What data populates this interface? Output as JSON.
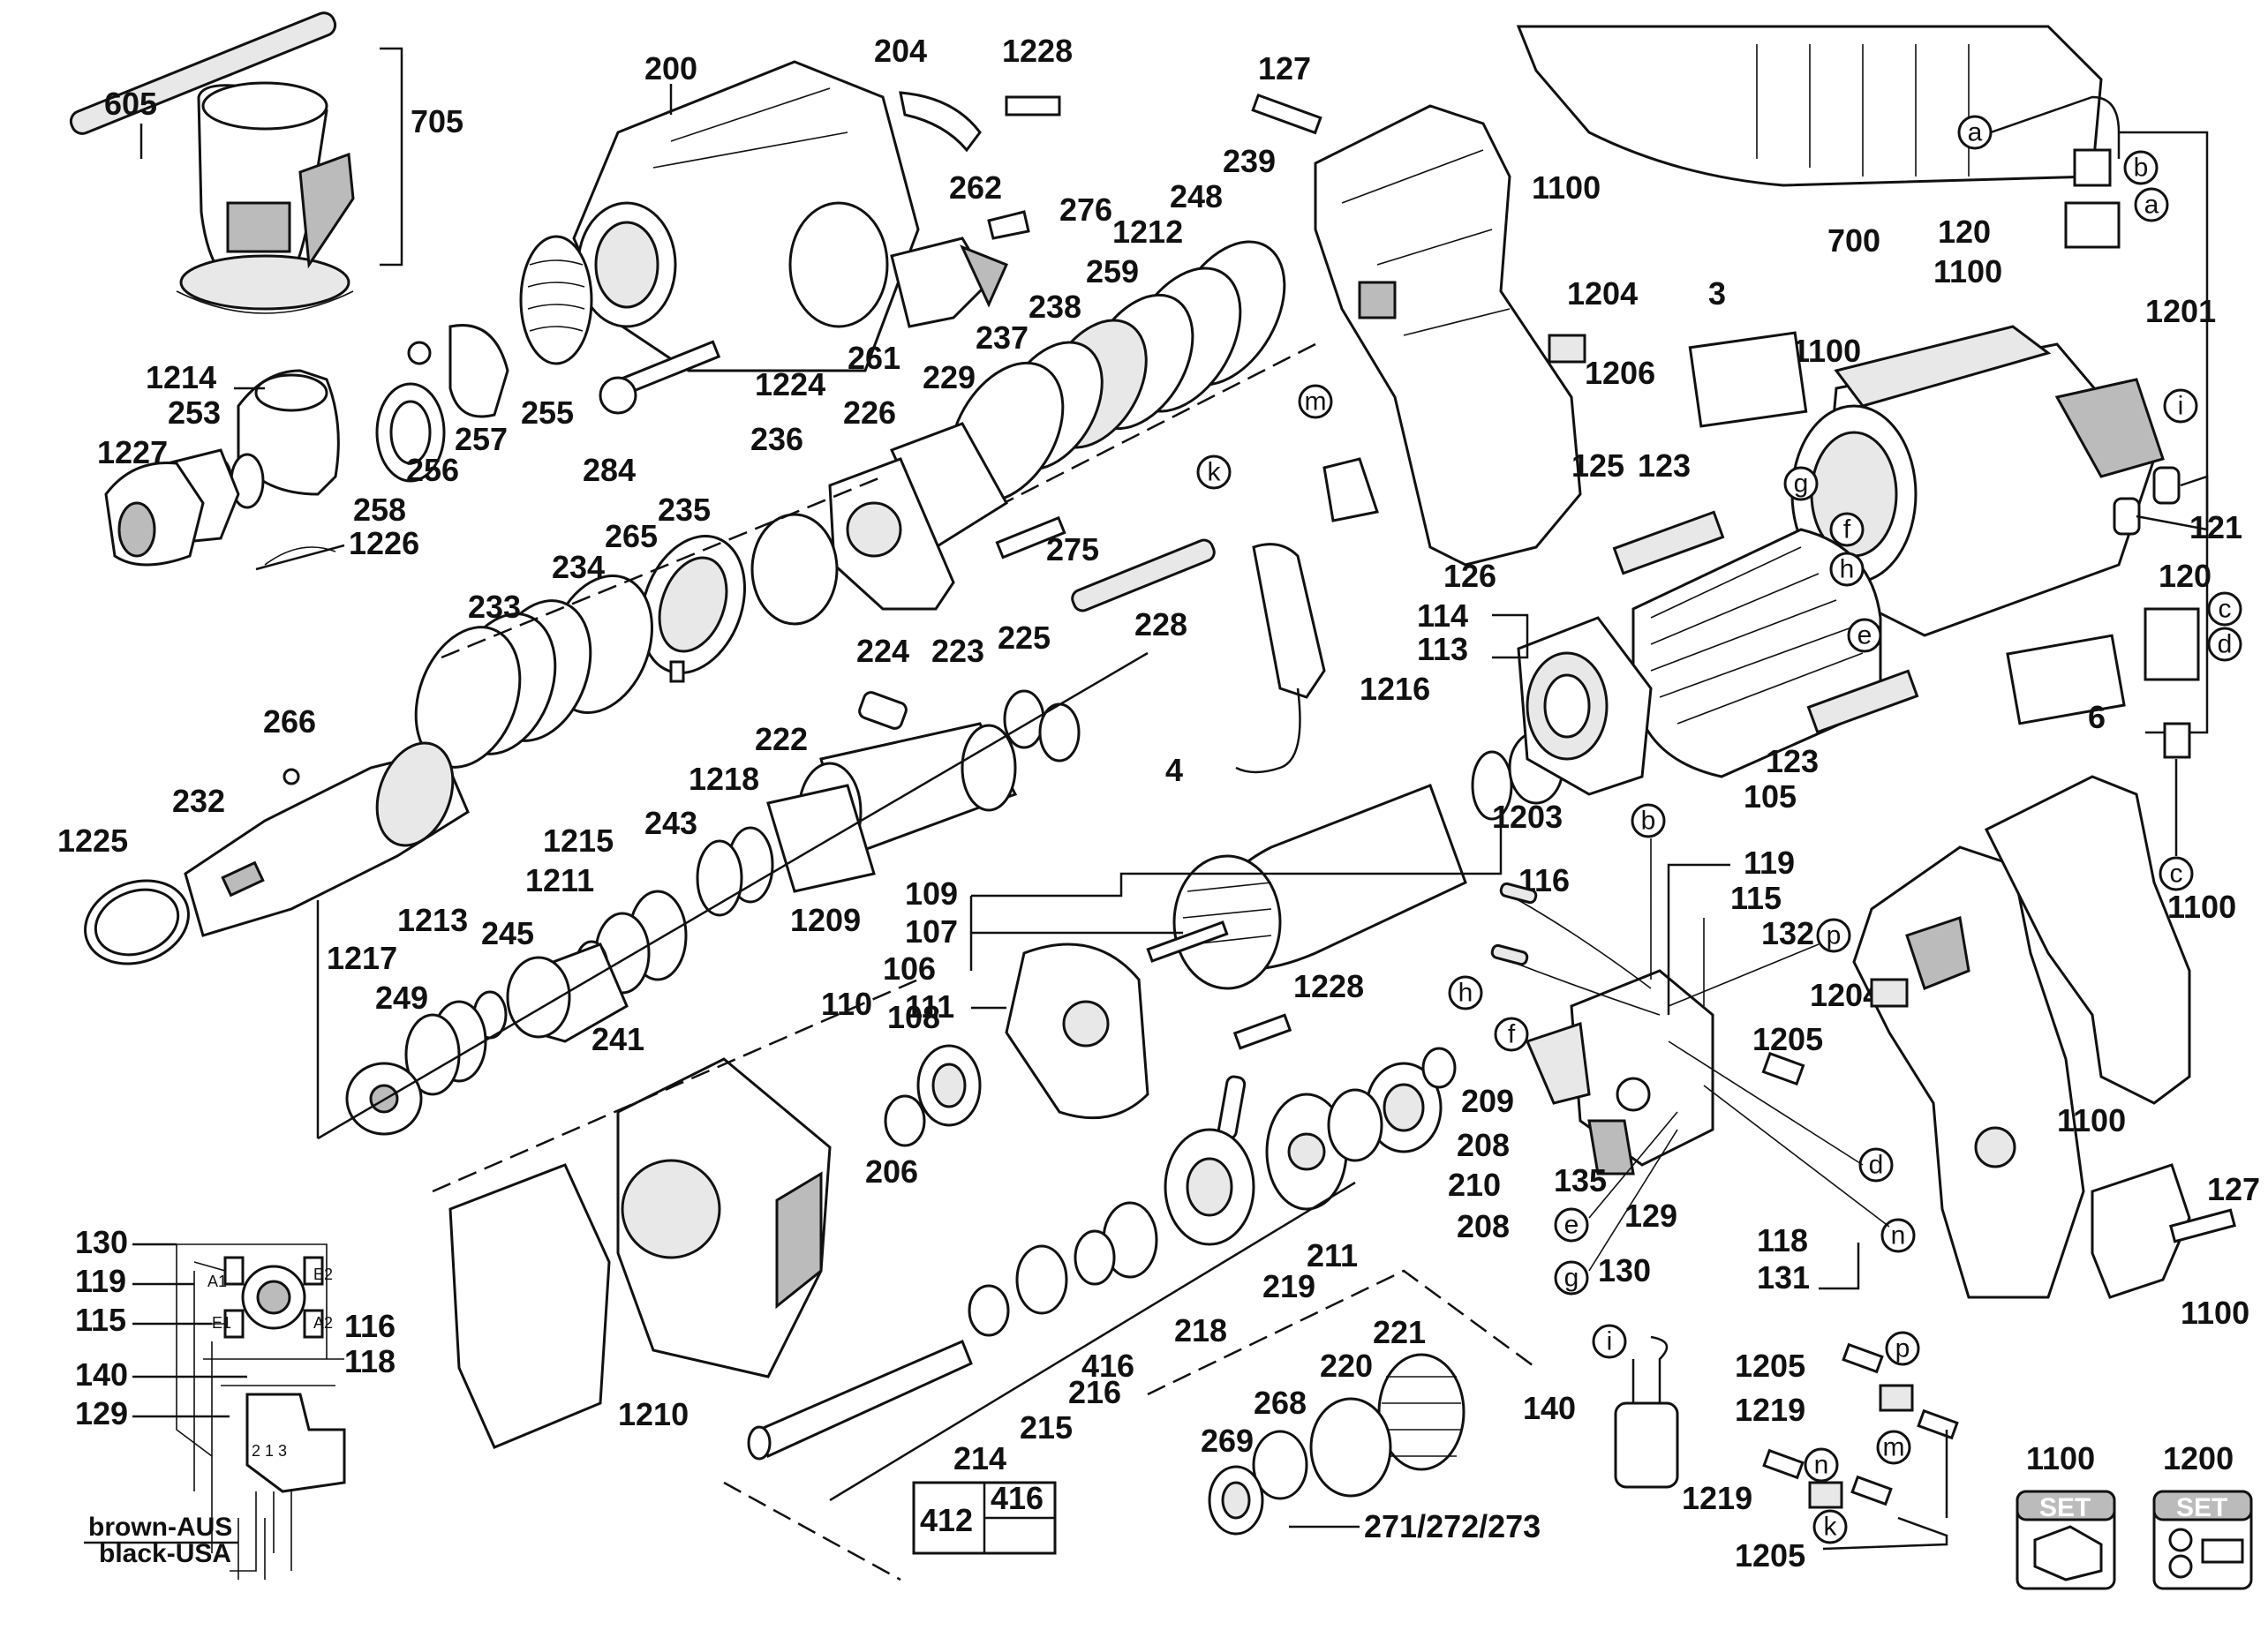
{
  "parts": {
    "p605": "605",
    "p705": "705",
    "p200": "200",
    "p204": "204",
    "p1228a": "1228",
    "p127a": "127",
    "p1100_top": "1100",
    "p700": "700",
    "pa1": "a",
    "pb1": "b",
    "pa2": "a",
    "p120a": "120",
    "p1100b": "1100",
    "p1201": "1201",
    "p1214": "1214",
    "p253": "253",
    "p1227": "1227",
    "p1226": "1226",
    "p258": "258",
    "p256": "256",
    "p257": "257",
    "p255": "255",
    "p284": "284",
    "p262": "262",
    "p276": "276",
    "p1224": "1224",
    "p261": "261",
    "p239": "239",
    "p248": "248",
    "p1212": "1212",
    "p259": "259",
    "p238": "238",
    "p237": "237",
    "p229": "229",
    "p226": "226",
    "p236": "236",
    "p275": "275",
    "p235": "235",
    "p265": "265",
    "p234": "234",
    "p233": "233",
    "p266": "266",
    "p232": "232",
    "p1225": "1225",
    "p228": "228",
    "p224": "224",
    "p223": "223",
    "p225": "225",
    "p222": "222",
    "p1218": "1218",
    "p1215": "1215",
    "p243": "243",
    "p1211": "1211",
    "p1209": "1209",
    "p1213": "1213",
    "p245": "245",
    "p1217": "1217",
    "p249": "249",
    "p241": "241",
    "p109": "109",
    "p107": "107",
    "p106": "106",
    "p111": "111",
    "p110": "110",
    "p108": "108",
    "p206": "206",
    "p1210": "1210",
    "p1204a": "1204",
    "p1206": "1206",
    "p125": "125",
    "p126": "126",
    "p3": "3",
    "p123a": "123",
    "p1100c": "1100",
    "pg1": "g",
    "pf1": "f",
    "ph1": "h",
    "pe1": "e",
    "pi1": "i",
    "p121": "121",
    "p120b": "120",
    "pc1": "c",
    "pd1": "d",
    "p6": "6",
    "p123b": "123",
    "p105": "105",
    "p114": "114",
    "p113": "113",
    "pm1": "m",
    "pk1": "k",
    "p1216": "1216",
    "p4": "4",
    "p1203": "1203",
    "pb2": "b",
    "p119": "119",
    "p116": "116",
    "p115": "115",
    "p132": "132",
    "pp1": "p",
    "ph2": "h",
    "pf2": "f",
    "p1228b": "1228",
    "p1204b": "1204",
    "p1205a": "1205",
    "p1100d": "1100",
    "p1100e": "1100",
    "pc2": "c",
    "p209": "209",
    "p208a": "208",
    "p210": "210",
    "p208b": "208",
    "p211": "211",
    "p219": "219",
    "p218": "218",
    "p416a": "416",
    "p216": "216",
    "p215": "215",
    "p214": "214",
    "p221": "221",
    "p220": "220",
    "p268": "268",
    "p269": "269",
    "p271": "271/272/273",
    "p412": "412",
    "p416b": "416",
    "p135": "135",
    "pd2": "d",
    "pe2": "e",
    "p129": "129",
    "p118": "118",
    "pn1": "n",
    "p131": "131",
    "pg2": "g",
    "p130": "130",
    "p127b": "127",
    "p1100f": "1100",
    "pi2": "i",
    "p140": "140",
    "p1205b": "1205",
    "pp2": "p",
    "p1219a": "1219",
    "pm2": "m",
    "pn2": "n",
    "p1219b": "1219",
    "pk2": "k",
    "p1205c": "1205",
    "set1100": "1100",
    "set1200": "1200",
    "set_word1": "SET",
    "set_word2": "SET"
  },
  "wiring": {
    "labels": {
      "w130": "130",
      "w119": "119",
      "w115": "115",
      "w140": "140",
      "w129": "129",
      "w116": "116",
      "w118": "118",
      "a1": "A1",
      "e1": "E1",
      "e2": "E2",
      "a2": "A2",
      "n213": "2 1 3",
      "note1": "brown-AUS",
      "note2": "black-USA"
    }
  }
}
